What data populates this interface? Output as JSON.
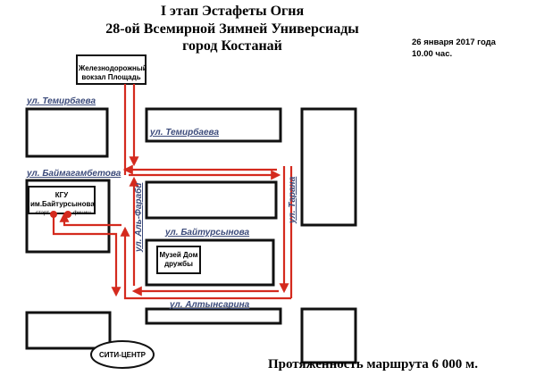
{
  "header": {
    "title_line1": "I этап Эстафеты Огня",
    "title_line2": "28-ой Всемирной Зимней Универсиады",
    "title_line3": "город Костанай",
    "date": "26 января 2017 года",
    "time": "10.00 час."
  },
  "streets": {
    "temirbaeva_left": "ул. Темирбаева",
    "temirbaeva_mid": "ул. Темирбаева",
    "baimagambetova": "ул. Баймагамбетова",
    "al_farabi": "ул. Аль-Фараби",
    "taran": "ул. Тарана",
    "baitursynova": "ул. Байтурсынова",
    "altynsarina": "ул. Алтынсарина"
  },
  "landmarks": {
    "station": "Железнодорожный вокзал Площадь",
    "kgu": "КГУ им.Байтурсынова",
    "museum": "Музей Дом дружбы",
    "city_center": "СИТИ-ЦЕНТР",
    "start": "старт",
    "finish": "финиш"
  },
  "footer": {
    "route_length": "Протяженность маршрута 6 000 м."
  },
  "colors": {
    "route": "#d42a1e",
    "block": "#111111",
    "street_text": "#3b4a7a"
  }
}
